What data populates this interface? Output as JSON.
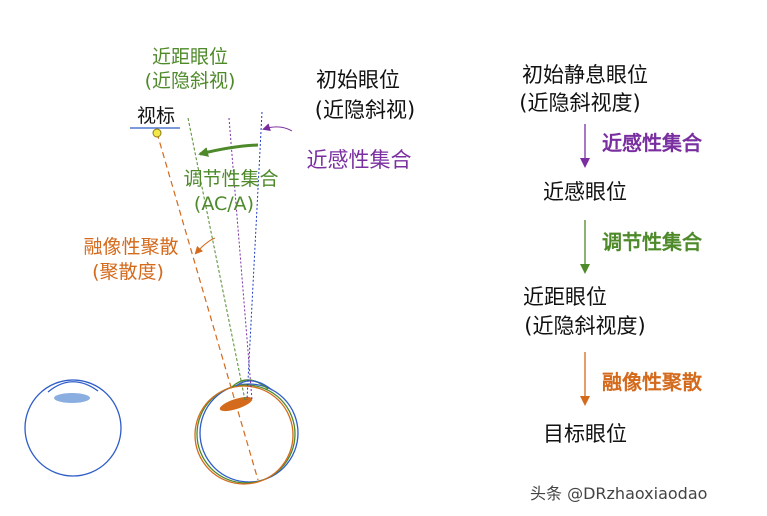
{
  "colors": {
    "near_position": "#4e8a2a",
    "initial": "#1f3fbf",
    "accommodative": "#7a2fa0",
    "fusional": "#d46a1c",
    "eye_outline": "#2e5cc8",
    "black": "#111111"
  },
  "left": {
    "near_position": {
      "line1": "近距眼位",
      "line2": "(近隐斜视)"
    },
    "target": "视标",
    "initial_position": {
      "line1": "初始眼位",
      "line2": "(近隐斜视)"
    },
    "accommodative_convergence": "近感性集合",
    "aca": {
      "line1": "调节性集合",
      "line2": "(AC/A)"
    },
    "fusional": {
      "line1": "融像性聚散",
      "line2": "(聚散度)"
    }
  },
  "flow": {
    "step1": {
      "line1": "初始静息眼位",
      "line2": "(近隐斜视度)"
    },
    "arrow1": "近感性集合",
    "step2": "近感眼位",
    "arrow2": "调节性集合",
    "step3": {
      "line1": "近距眼位",
      "line2": "(近隐斜视度)"
    },
    "arrow3": "融像性聚散",
    "step4": "目标眼位"
  },
  "watermark": "头条 @DRzhaoxiaodao"
}
